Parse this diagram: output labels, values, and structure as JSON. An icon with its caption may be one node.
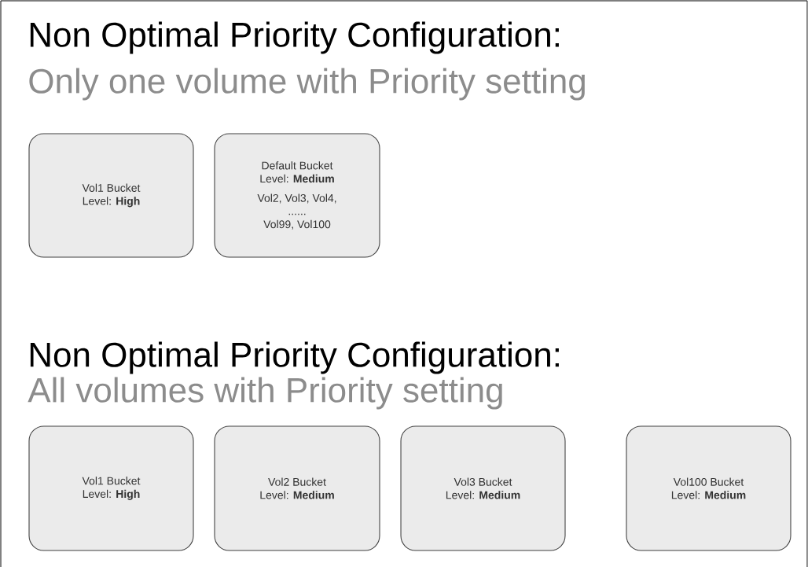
{
  "diagram": {
    "nodes": [
      {
        "text": [
          "Vol1 Bucket",
          "Level: **High**"
        ]
      },
      {
        "text": [
          "Default Bucket",
          "Level: **Medium**",
          "Vol2, Vol3, Vol4,",
          "......",
          "Vol99, Vol100"
        ]
      },
      {
        "text": [
          "Vol1 Bucket",
          "Level: **High**"
        ]
      },
      {
        "text": [
          "Vol2 Bucket",
          "Level: **Medium**"
        ]
      },
      {
        "text": [
          "Vol3 Bucket",
          "Level: **Medium**"
        ]
      },
      {
        "text": [
          "Vol100 Bucket",
          "Level: **Medium**"
        ]
      }
    ],
    "labels": [
      "Non Optimal Priority Configuration:",
      "Only one volume with Priority setting",
      "Non Optimal Priority Configuration:",
      "All volumes with Priority setting"
    ]
  }
}
